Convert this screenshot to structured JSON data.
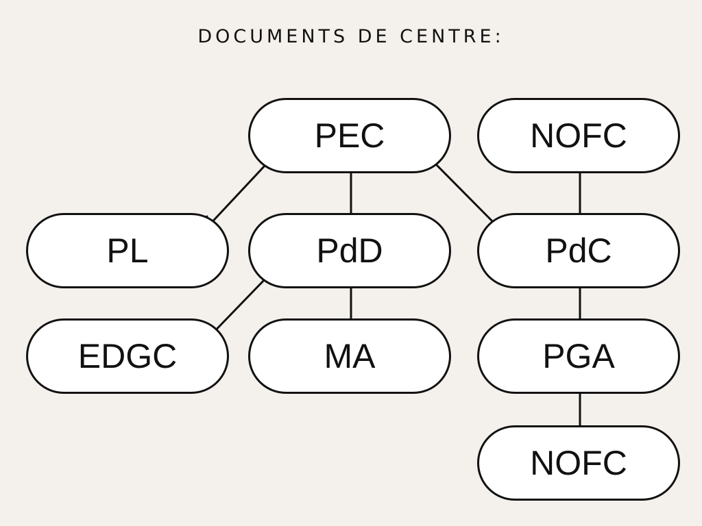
{
  "title": "DOCUMENTS DE CENTRE:",
  "nodes": {
    "pec": "PEC",
    "nofc_top": "NOFC",
    "pl": "PL",
    "pdd": "PdD",
    "pdc": "PdC",
    "edgc": "EDGC",
    "ma": "MA",
    "pga": "PGA",
    "nofc_bottom": "NOFC"
  },
  "edges": [
    {
      "from": "PEC",
      "to": "PL"
    },
    {
      "from": "PEC",
      "to": "PdD"
    },
    {
      "from": "PEC",
      "to": "PdC"
    },
    {
      "from": "NOFC",
      "to": "PdC"
    },
    {
      "from": "PdD",
      "to": "EDGC"
    },
    {
      "from": "PdD",
      "to": "MA"
    },
    {
      "from": "PGA",
      "to": "PdC"
    },
    {
      "from": "PGA",
      "to": "NOFC"
    }
  ],
  "colors": {
    "background": "#f4f0eb",
    "node_fill": "#ffffff",
    "stroke": "#111111"
  }
}
